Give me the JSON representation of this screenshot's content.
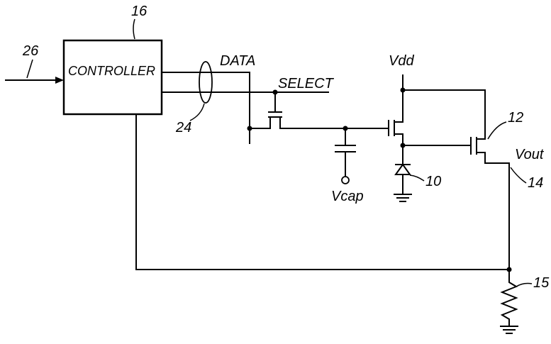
{
  "controller_label": "CONTROLLER",
  "labels": {
    "ref_16": "16",
    "ref_26": "26",
    "ref_24": "24",
    "data": "DATA",
    "select": "SELECT",
    "vdd": "Vdd",
    "ref_12": "12",
    "vout": "Vout",
    "ref_14": "14",
    "vcap": "Vcap",
    "ref_10": "10",
    "ref_15": "15"
  }
}
